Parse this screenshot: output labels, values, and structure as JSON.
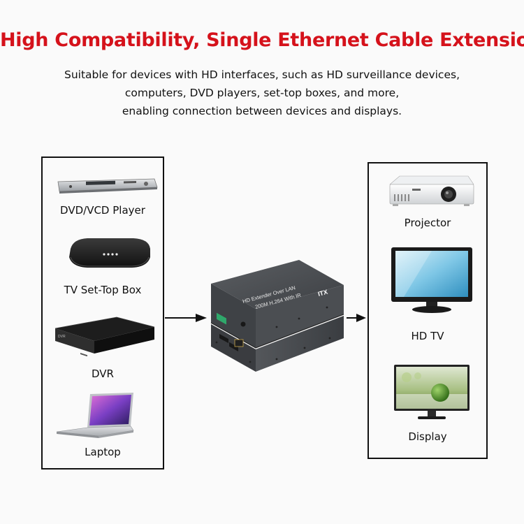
{
  "header": {
    "title": "High Compatibility, Single Ethernet Cable Extension",
    "subtitle_lines": [
      "Suitable for devices with HD interfaces, such as HD surveillance devices,",
      "computers, DVD players, set-top boxes, and more,",
      "enabling connection between devices and displays."
    ]
  },
  "sources": {
    "items": [
      {
        "label": "DVD/VCD Player",
        "icon": "dvd-player-icon"
      },
      {
        "label": "TV Set-Top Box",
        "icon": "set-top-box-icon"
      },
      {
        "label": "DVR",
        "icon": "dvr-icon"
      },
      {
        "label": "Laptop",
        "icon": "laptop-icon"
      }
    ]
  },
  "displays": {
    "items": [
      {
        "label": "Projector",
        "icon": "projector-icon"
      },
      {
        "label": "HD TV",
        "icon": "hd-tv-icon"
      },
      {
        "label": "Display",
        "icon": "display-monitor-icon"
      }
    ]
  },
  "extender": {
    "line1": "HD Extender Over LAN",
    "line2": "200M H.264 With IR",
    "logo": "ITX",
    "icon": "hdmi-extender-icon"
  },
  "colors": {
    "title": "#d5121b",
    "text": "#111111",
    "device_dark": "#2a2a2a",
    "extender_body": "#4a4c50"
  }
}
